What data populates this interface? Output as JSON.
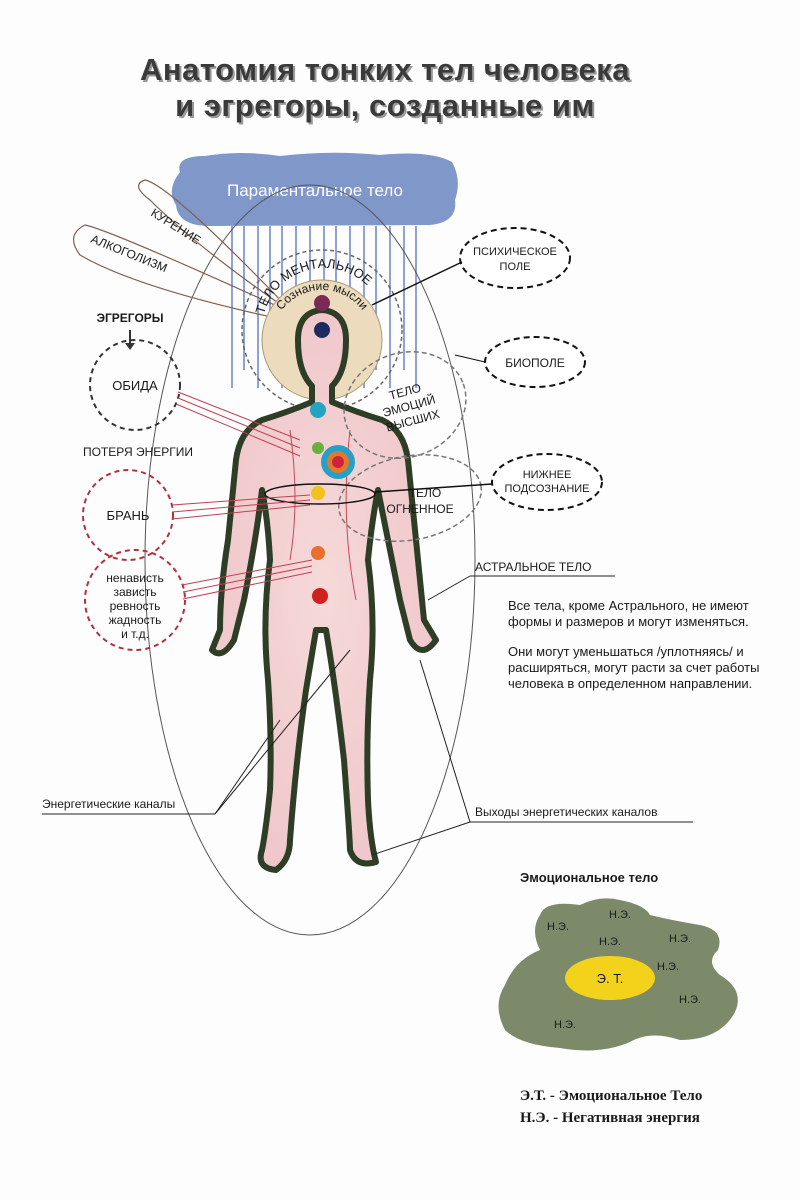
{
  "title": {
    "line1": "Анатомия тонких тел человека",
    "line2": "и эгрегоры, созданные им"
  },
  "bodies": {
    "paramental": "Параментальное тело",
    "mental": "ТЕЛО МЕНТАЛЬНОЕ",
    "consciousness": "Сознание мысли",
    "psychic_field": [
      "ПСИХИЧЕСКОЕ",
      "ПОЛЕ"
    ],
    "biofield": "БИОПОЛЕ",
    "higher_emotions": [
      "ТЕЛО",
      "ЭМОЦИЙ",
      "ВЫСШИХ"
    ],
    "lower_subconscious": [
      "НИЖНЕЕ",
      "ПОДСОЗНАНИЕ"
    ],
    "fiery": [
      "ТЕЛО",
      "ОГНЕННОЕ"
    ],
    "astral": "АСТРАЛЬНОЕ ТЕЛО"
  },
  "egregors": {
    "heading": "ЭГРЕГОРЫ",
    "smoking": "КУРЕНИЕ",
    "alcoholism": "АЛКОГОЛИЗМ",
    "resentment": "ОБИДА",
    "energy_loss": "ПОТЕРЯ ЭНЕРГИИ",
    "abuse": "БРАНЬ",
    "hatred": [
      "ненависть",
      "зависть",
      "ревность",
      "жадность",
      "и т.д."
    ]
  },
  "description": [
    "Все тела, кроме Астрального, не имеют формы и размеров и могут изменяться.",
    "Они могут уменьшаться /уплотняясь/ и расширяться, могут расти за счет работы человека в определенном направлении."
  ],
  "labels": {
    "channels": "Энергетические каналы",
    "channel_exits": "Выходы энергетических каналов"
  },
  "emotional_body": {
    "title": "Эмоциональное тело",
    "center": "Э. Т.",
    "negative": [
      "Н.Э.",
      "Н.Э.",
      "Н.Э.",
      "Н.Э.",
      "Н.Э.",
      "Н.Э.",
      "Н.Э."
    ]
  },
  "legend": [
    "Э.Т. - Эмоциональное Тело",
    "Н.Э. - Негативная энергия"
  ],
  "colors": {
    "cloud": "#7f97c9",
    "blob": "#7d8a6a",
    "core": "#f2d21a",
    "red": "#b03040"
  }
}
